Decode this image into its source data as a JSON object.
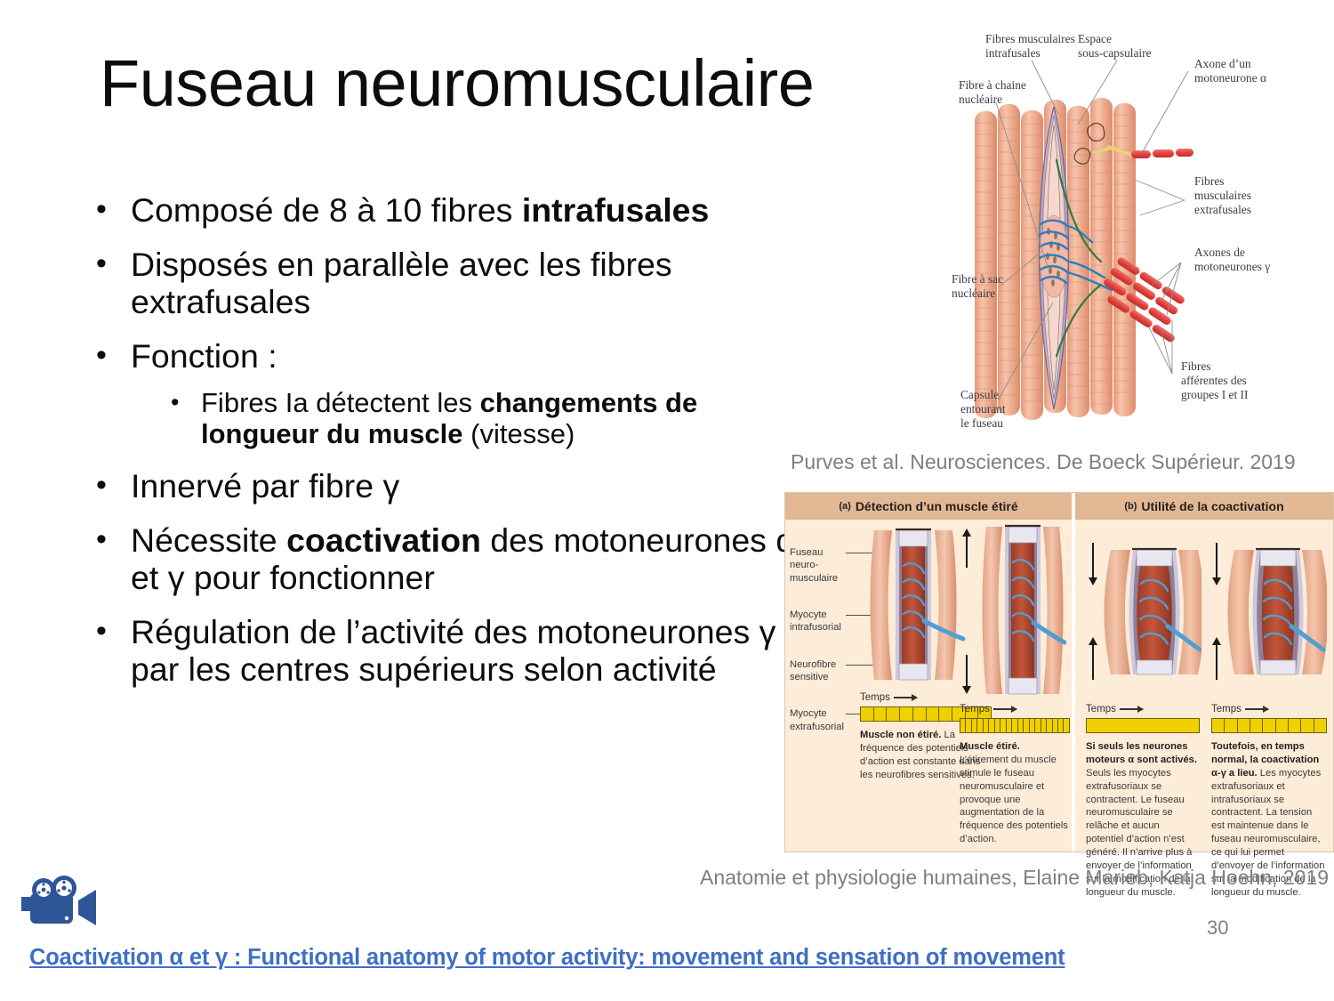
{
  "slide": {
    "title": "Fuseau neuromusculaire",
    "number": "30"
  },
  "logo": {
    "name": "graduation-cap-logo",
    "circle_color": "#104E78",
    "cap_color": "#ffffff"
  },
  "footer": {
    "link_text": "Coactivation α et γ : Functional anatomy of motor activity: movement and sensation of movement",
    "link_color": "#3f6fc4",
    "video_icon": "movie-camera-icon",
    "video_icon_color": "#2e5596"
  },
  "bullets": [
    {
      "level": 1,
      "runs": [
        {
          "t": "Composé de 8 à 10 fibres ",
          "b": false
        },
        {
          "t": "intrafusales",
          "b": true
        }
      ]
    },
    {
      "level": 1,
      "runs": [
        {
          "t": "Disposés en parallèle avec les fibres extrafusales",
          "b": false
        }
      ]
    },
    {
      "level": 1,
      "runs": [
        {
          "t": "Fonction :",
          "b": false
        }
      ]
    },
    {
      "level": 2,
      "runs": [
        {
          "t": "Fibres Ia détectent les ",
          "b": false
        },
        {
          "t": "changements de longueur du muscle",
          "b": true
        },
        {
          "t": " (vitesse)",
          "b": false
        }
      ]
    },
    {
      "level": 1,
      "runs": [
        {
          "t": "Innervé par fibre γ",
          "b": false
        }
      ]
    },
    {
      "level": 1,
      "runs": [
        {
          "t": "Nécessite ",
          "b": false
        },
        {
          "t": "coactivation",
          "b": true
        },
        {
          "t": " des motoneurones α et γ pour fonctionner",
          "b": false
        }
      ]
    },
    {
      "level": 1,
      "runs": [
        {
          "t": "Régulation de l’activité des motoneurones γ par les centres supérieurs selon activité",
          "b": false
        }
      ]
    }
  ],
  "figure1": {
    "name": "muscle-spindle-diagram",
    "caption": "Purves et al. Neurosciences. De Boeck Supérieur. 2019",
    "labels": {
      "l1": "Fibres musculaires intrafusales",
      "l2": "Espace sous-capsulaire",
      "l3": "Fibre à chaine nucléaire",
      "l4": "Axone d’un motoneurone α",
      "l5": "Fibres musculaires extrafusales",
      "l6": "Axones de motoneurones γ",
      "l7": "Fibre à sac nucléaire",
      "l8": "Fibres afférentes des groupes I et II",
      "l9": "Capsule entourant le fuseau"
    }
  },
  "figure2": {
    "name": "coactivation-diagram",
    "caption": "Anatomie et physiologie humaines, Elaine Marieb, Katja Hoehn, 2019",
    "panel_a": {
      "id": "(a)",
      "title": "Détection d’un muscle étiré",
      "side_labels": [
        "Fuseau neuro-musculaire",
        "Myocyte intrafusorial",
        "Neurofibre sensitive",
        "Myocyte extrafusorial"
      ],
      "items": [
        {
          "time_label": "Temps",
          "spike_count": 10,
          "heading": "Muscle non étiré.",
          "text": "La fréquence des potentiels d’action est constante dans les neurofibres sensitives."
        },
        {
          "time_label": "Temps",
          "spike_count": 19,
          "heading": "Muscle étiré.",
          "text": "L’étirement du muscle stimule le fuseau neuromusculaire et provoque une augmentation de la fréquence des potentiels d’action."
        }
      ]
    },
    "panel_b": {
      "id": "(b)",
      "title": "Utilité de la coactivation",
      "items": [
        {
          "time_label": "Temps",
          "spike_count": 1,
          "heading": "Si seuls les neurones moteurs α sont activés.",
          "text": "Seuls les myocytes extrafusoriaux se contractent. Le fuseau neuromusculaire se relâche et aucun potentiel d’action n’est généré. Il n’arrive plus à envoyer de l’information sur la modification de la longueur du muscle."
        },
        {
          "time_label": "Temps",
          "spike_count": 9,
          "heading": "Toutefois, en temps normal, la coactivation α-γ a lieu.",
          "text": "Les myocytes extrafusoriaux et intrafusoriaux se contractent. La tension est maintenue dans le fuseau neuromusculaire, ce qui lui permet d’envoyer de l’information sur la modification de la longueur du muscle."
        }
      ]
    }
  },
  "colors": {
    "muscle_pink": "#eca98e",
    "muscle_dark": "#b5452e",
    "capsule_purple": "#b9aecd",
    "axon_red": "#e8504a",
    "nerve_blue": "#3f8fc0",
    "spike_yellow": "#f0d000",
    "panel_header": "#e2b894",
    "panel_bg": "#fcecd8",
    "caption_gray": "#7f7f7f"
  }
}
